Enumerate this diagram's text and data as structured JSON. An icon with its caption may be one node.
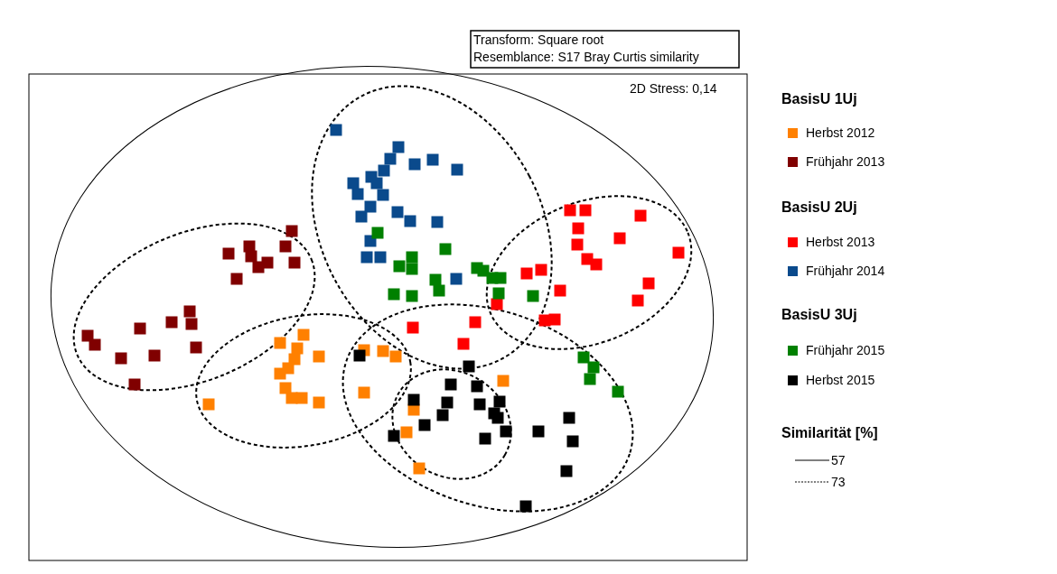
{
  "diagram": {
    "labels": [
      "Transform: Square root",
      "Resemblance: S17 Bray Curtis similarity",
      "2D Stress: 0,14",
      "BasisU 1Uj",
      "BasisU 2Uj",
      "BasisU 3Uj",
      "Similarität [%]"
    ],
    "legend": [
      {
        "text": "Herbst 2012",
        "color": "#ff8000"
      },
      {
        "text": "Frühjahr 2013",
        "color": "#800000"
      },
      {
        "text": "Herbst 2013",
        "color": "#ff0000"
      },
      {
        "text": "Frühjahr 2014",
        "color": "#0a4a8c"
      },
      {
        "text": "Frühjahr 2015",
        "color": "#008000"
      },
      {
        "text": "Herbst 2015",
        "color": "#000000"
      },
      {
        "text": "57"
      },
      {
        "text": "73"
      }
    ]
  }
}
